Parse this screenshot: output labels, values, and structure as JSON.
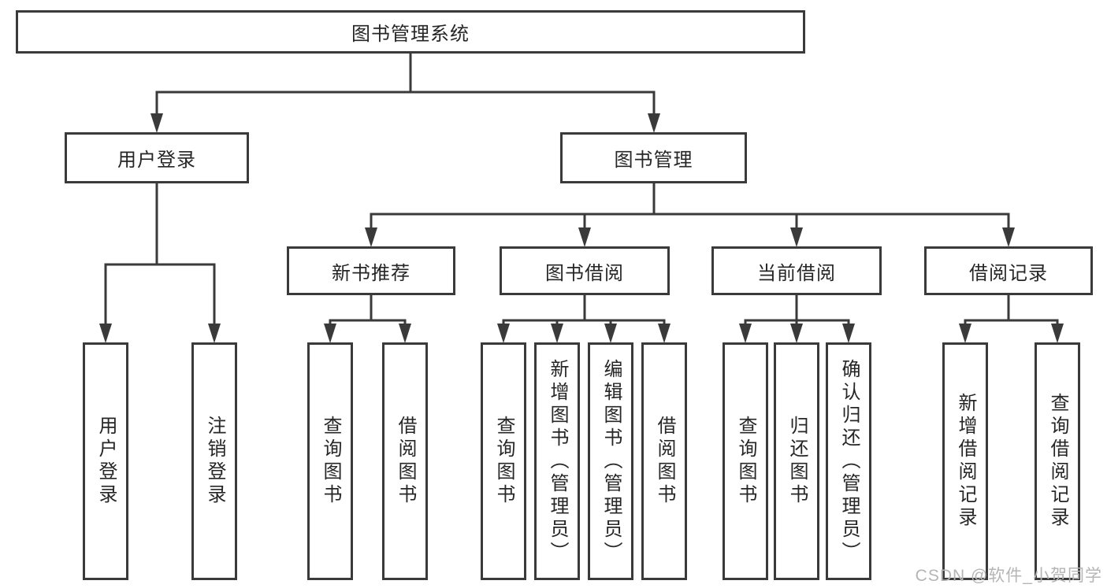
{
  "diagram": {
    "title": "图书管理系统",
    "root": {
      "label": "图书管理系统"
    },
    "level2": [
      {
        "label": "用户登录"
      },
      {
        "label": "图书管理"
      }
    ],
    "level3": [
      {
        "label": "新书推荐"
      },
      {
        "label": "图书借阅"
      },
      {
        "label": "当前借阅"
      },
      {
        "label": "借阅记录"
      }
    ],
    "leaves": {
      "user_login": [
        "用户登录",
        "注销登录"
      ],
      "new_book_rec": [
        "查询图书",
        "借阅图书"
      ],
      "book_borrow": [
        "查询图书",
        "新增图书（管理员）",
        "编辑图书（管理员）",
        "借阅图书"
      ],
      "current_borrow": [
        "查询图书",
        "归还图书",
        "确认归还（管理员）"
      ],
      "borrow_record": [
        "新增借阅记录",
        "查询借阅记录"
      ]
    },
    "colors": {
      "line": "#3a3a3a",
      "box_background": "#ffffff",
      "text": "#262626",
      "watermark": "#b5b5b5"
    },
    "watermark": "CSDN @软件_小贺同学"
  }
}
